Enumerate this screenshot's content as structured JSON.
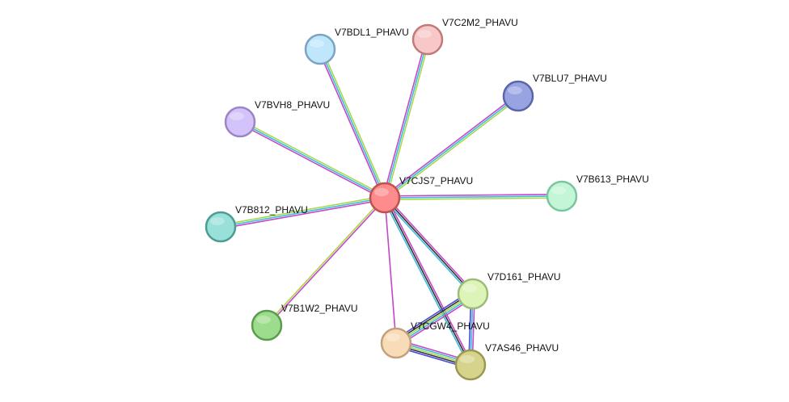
{
  "nodes": [
    {
      "id": "center",
      "label": "V7CJS7_PHAVU",
      "fill": "#ff8c8c",
      "stroke": "#c05050"
    },
    {
      "id": "bdl1",
      "label": "V7BDL1_PHAVU",
      "fill": "#bfe6fb",
      "stroke": "#7aa4c4"
    },
    {
      "id": "c2m2",
      "label": "V7C2M2_PHAVU",
      "fill": "#f8c8c8",
      "stroke": "#c07a7a"
    },
    {
      "id": "blu7",
      "label": "V7BLU7_PHAVU",
      "fill": "#98a3e2",
      "stroke": "#5a66a8"
    },
    {
      "id": "bvh8",
      "label": "V7BVH8_PHAVU",
      "fill": "#d4c2fa",
      "stroke": "#9a86c4"
    },
    {
      "id": "b613",
      "label": "V7B613_PHAVU",
      "fill": "#c2f6d6",
      "stroke": "#7cc59e"
    },
    {
      "id": "b812",
      "label": "V7B812_PHAVU",
      "fill": "#98e0d8",
      "stroke": "#4c9c94"
    },
    {
      "id": "b1w2",
      "label": "V7B1W2_PHAVU",
      "fill": "#9cdc8c",
      "stroke": "#5a9c4e"
    },
    {
      "id": "d161",
      "label": "V7D161_PHAVU",
      "fill": "#dcf4b8",
      "stroke": "#9cbc78"
    },
    {
      "id": "cgw4",
      "label": "V7CGW4_PHAVU",
      "fill": "#f8dcb8",
      "stroke": "#c4a07c"
    },
    {
      "id": "as46",
      "label": "V7AS46_PHAVU",
      "fill": "#d6d48c",
      "stroke": "#9c9850"
    }
  ],
  "edges": [
    {
      "source": "center",
      "target": "bdl1",
      "colors": [
        "#c646c6",
        "#3cbcdc",
        "#a8d84a"
      ]
    },
    {
      "source": "center",
      "target": "c2m2",
      "colors": [
        "#c646c6",
        "#3cbcdc",
        "#a8d84a"
      ]
    },
    {
      "source": "center",
      "target": "blu7",
      "colors": [
        "#c646c6",
        "#3cbcdc",
        "#a8d84a"
      ]
    },
    {
      "source": "center",
      "target": "bvh8",
      "colors": [
        "#c646c6",
        "#3cbcdc",
        "#a8d84a"
      ]
    },
    {
      "source": "center",
      "target": "b613",
      "colors": [
        "#c646c6",
        "#3cbcdc",
        "#a8d84a"
      ]
    },
    {
      "source": "center",
      "target": "b812",
      "colors": [
        "#c646c6",
        "#3cbcdc",
        "#a8d84a"
      ]
    },
    {
      "source": "center",
      "target": "b1w2",
      "colors": [
        "#c646c6",
        "#a8d84a"
      ]
    },
    {
      "source": "center",
      "target": "d161",
      "colors": [
        "#c646c6",
        "#333333",
        "#3cbcdc"
      ]
    },
    {
      "source": "center",
      "target": "cgw4",
      "colors": [
        "#c646c6"
      ]
    },
    {
      "source": "center",
      "target": "as46",
      "colors": [
        "#c646c6",
        "#333333",
        "#3cbcdc"
      ]
    },
    {
      "source": "d161",
      "target": "cgw4",
      "colors": [
        "#c646c6",
        "#3cbcdc",
        "#a8d84a",
        "#333333",
        "#4a4ae0"
      ]
    },
    {
      "source": "d161",
      "target": "as46",
      "colors": [
        "#c646c6",
        "#3cbcdc",
        "#4a4ae0"
      ]
    },
    {
      "source": "cgw4",
      "target": "as46",
      "colors": [
        "#c646c6",
        "#3cbcdc",
        "#a8d84a",
        "#333333",
        "#4a4ae0"
      ]
    }
  ]
}
